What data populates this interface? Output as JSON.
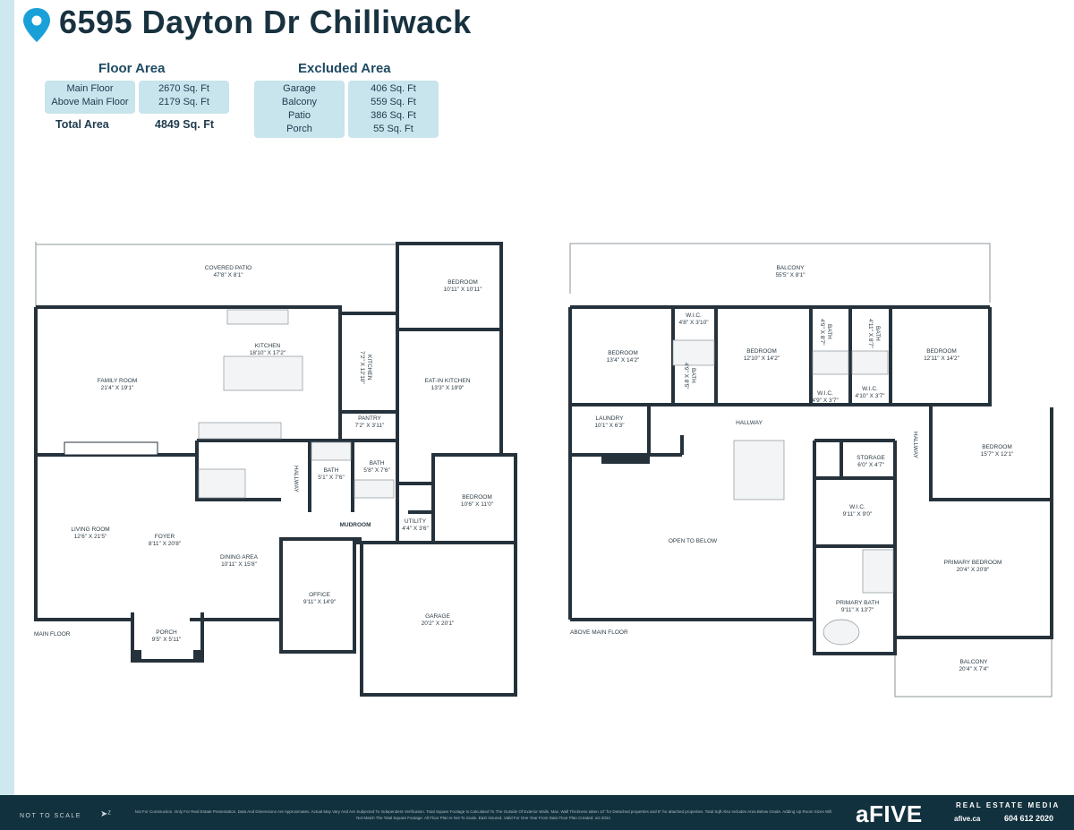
{
  "header": {
    "title": "6595 Dayton Dr Chilliwack",
    "pin_icon": "location-pin-icon",
    "accent_color": "#1aa0d8"
  },
  "floor_area": {
    "heading": "Floor Area",
    "rows": [
      {
        "label": "Main Floor",
        "value": "2670 Sq. Ft"
      },
      {
        "label": "Above Main Floor",
        "value": "2179 Sq. Ft"
      }
    ],
    "total_label": "Total Area",
    "total_value": "4849 Sq. Ft"
  },
  "excluded_area": {
    "heading": "Excluded Area",
    "rows": [
      {
        "label": "Garage",
        "value": "406 Sq. Ft"
      },
      {
        "label": "Balcony",
        "value": "559 Sq. Ft"
      },
      {
        "label": "Patio",
        "value": "386 Sq. Ft"
      },
      {
        "label": "Porch",
        "value": "55 Sq. Ft"
      }
    ]
  },
  "main_floor": {
    "label": "MAIN FLOOR",
    "rooms": [
      {
        "name": "COVERED PATIO",
        "dims": "47'8\" X 8'1\""
      },
      {
        "name": "BEDROOM",
        "dims": "10'11\" X 10'11\""
      },
      {
        "name": "KITCHEN",
        "dims": "18'10\" X 17'2\""
      },
      {
        "name": "FAMILY ROOM",
        "dims": "21'4\" X 19'1\""
      },
      {
        "name": "KITCHEN",
        "dims": "7'2\" X 12'10\""
      },
      {
        "name": "EAT-IN KITCHEN",
        "dims": "13'3\" X 19'9\""
      },
      {
        "name": "PANTRY",
        "dims": "7'2\" X 3'11\""
      },
      {
        "name": "HALLWAY",
        "dims": ""
      },
      {
        "name": "BATH",
        "dims": "5'1\" X 7'6\""
      },
      {
        "name": "BATH",
        "dims": "5'8\" X 7'6\""
      },
      {
        "name": "BEDROOM",
        "dims": "10'6\" X 11'0\""
      },
      {
        "name": "MUDROOM",
        "dims": ""
      },
      {
        "name": "UTILITY",
        "dims": "4'4\" X 3'6\""
      },
      {
        "name": "LIVING ROOM",
        "dims": "12'6\" X 21'5\""
      },
      {
        "name": "FOYER",
        "dims": "8'11\" X 20'8\""
      },
      {
        "name": "DINING AREA",
        "dims": "10'11\" X 15'8\""
      },
      {
        "name": "OFFICE",
        "dims": "9'11\" X 14'9\""
      },
      {
        "name": "GARAGE",
        "dims": "20'2\" X 20'1\""
      },
      {
        "name": "PORCH",
        "dims": "9'5\" X 5'11\""
      }
    ]
  },
  "above_floor": {
    "label": "ABOVE MAIN FLOOR",
    "rooms": [
      {
        "name": "BALCONY",
        "dims": "55'5\" X 8'1\""
      },
      {
        "name": "BEDROOM",
        "dims": "13'4\" X 14'2\""
      },
      {
        "name": "W.I.C.",
        "dims": "4'8\" X 3'10\""
      },
      {
        "name": "BATH",
        "dims": "4'9\" X 8'5\""
      },
      {
        "name": "BEDROOM",
        "dims": "12'10\" X 14'2\""
      },
      {
        "name": "BATH",
        "dims": "4'9\" X 8'7\""
      },
      {
        "name": "BATH",
        "dims": "4'11\" X 8'7\""
      },
      {
        "name": "BEDROOM",
        "dims": "12'11\" X 14'2\""
      },
      {
        "name": "W.I.C.",
        "dims": "4'9\" X 3'7\""
      },
      {
        "name": "W.I.C.",
        "dims": "4'10\" X 3'7\""
      },
      {
        "name": "LAUNDRY",
        "dims": "10'1\" X 6'3\""
      },
      {
        "name": "HALLWAY",
        "dims": ""
      },
      {
        "name": "HALLWAY",
        "dims": ""
      },
      {
        "name": "BEDROOM",
        "dims": "15'7\" X 12'1\""
      },
      {
        "name": "STORAGE",
        "dims": "6'0\" X 4'7\""
      },
      {
        "name": "W.I.C.",
        "dims": "9'11\" X 9'0\""
      },
      {
        "name": "OPEN TO BELOW",
        "dims": ""
      },
      {
        "name": "PRIMARY BEDROOM",
        "dims": "20'4\" X 20'8\""
      },
      {
        "name": "PRIMARY BATH",
        "dims": "9'11\" X 13'7\""
      },
      {
        "name": "BALCONY",
        "dims": "20'4\" X 7'4\""
      }
    ]
  },
  "footer": {
    "scale_note": "NOT TO SCALE",
    "north_icon": "north-arrow-icon",
    "disclaimer": "Not For Construction. Only For Real Estate Presentation. Data And Dimensions Are Approximates. Actual May Vary And Are Subjected To Independent Verification. Total Square Footage Is Calculated To The Outside Of Exterior Walls. Max. Wall Thickness taken 10\" for Detached properties and 8\" for attached properties. Total Sqft Also Includes Area Below Grade. Adding Up Room Sizes Will Not Match The Total Square Footage. All Floor Plan Is Not To Scale. E&O Insured. Valid For One Year From Date Floor Plan Created. oct 2024",
    "brand": "aFIVE",
    "brand_sub": "REAL ESTATE MEDIA",
    "website": "afive.ca",
    "phone": "604 612 2020",
    "bg_color": "#12313e"
  }
}
